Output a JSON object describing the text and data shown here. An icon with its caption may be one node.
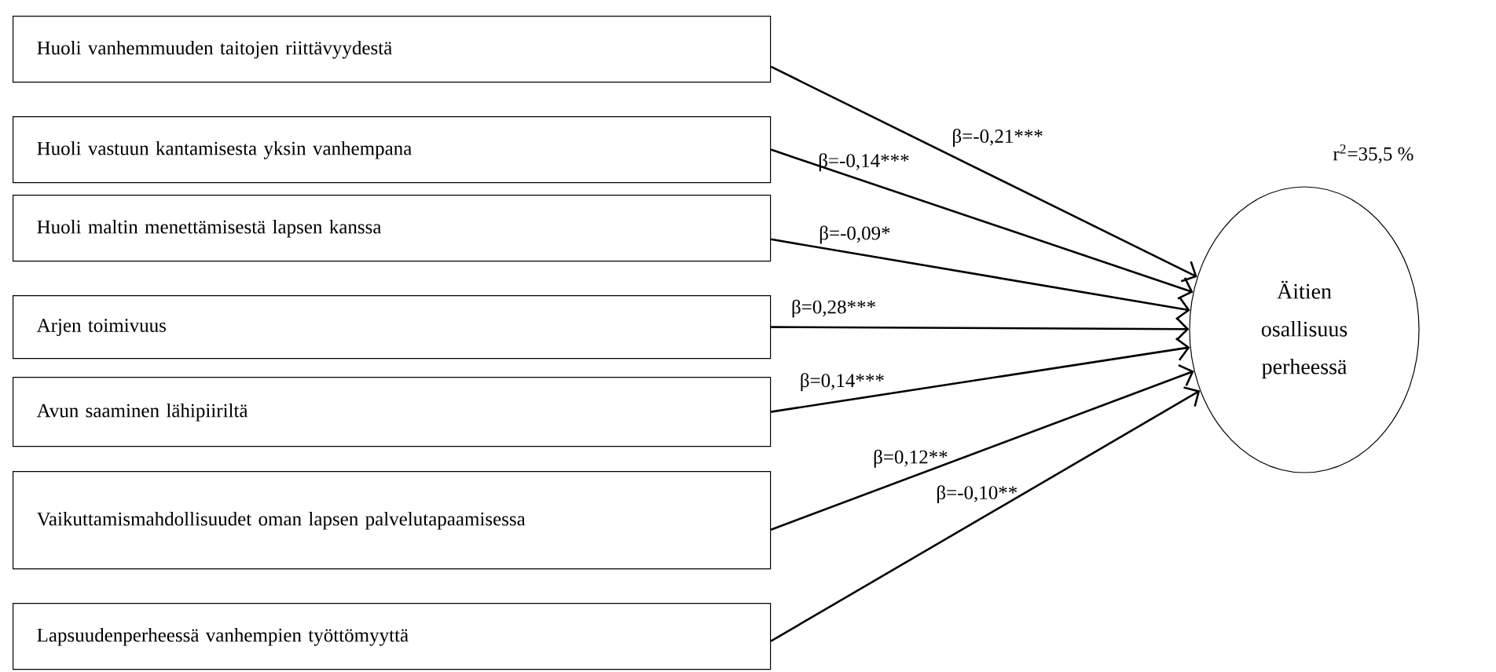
{
  "diagram": {
    "nodes": [
      {
        "text": [
          "Huoli vanhemmuuden taitojen riittävyydestä"
        ]
      },
      {
        "text": [
          "Huoli vastuun kantamisesta yksin vanhempana"
        ]
      },
      {
        "text": [
          "Huoli maltin menettämisestä lapsen kanssa"
        ]
      },
      {
        "text": [
          "Arjen toimivuus"
        ]
      },
      {
        "text": [
          "Avun saaminen lähipiiriltä"
        ]
      },
      {
        "text": [
          "Vaikuttamismahdollisuudet oman lapsen palvelutapaamisessa"
        ]
      },
      {
        "text": [
          "Lapsuudenperheessä vanhempien työttömyyttä"
        ]
      },
      {
        "text": [
          "Äitien osallisuus perheessä"
        ]
      }
    ],
    "edges": [
      {
        "from": 0,
        "to": 7,
        "arrow": "to",
        "label": "β=-0,21***"
      },
      {
        "from": 1,
        "to": 7,
        "arrow": "to",
        "label": "β=-0,14***"
      },
      {
        "from": 2,
        "to": 7,
        "arrow": "to",
        "label": "β=-0,09*"
      },
      {
        "from": 3,
        "to": 7,
        "arrow": "to",
        "label": "β=0,28***"
      },
      {
        "from": 4,
        "to": 7,
        "arrow": "to",
        "label": "β=0,14***"
      },
      {
        "from": 5,
        "to": 7,
        "arrow": "to",
        "label": "β=0,12**"
      },
      {
        "from": 6,
        "to": 7,
        "arrow": "to",
        "label": "β=-0,10**"
      }
    ],
    "labels": [
      "r$^{2}$=35,5 %"
    ]
  }
}
